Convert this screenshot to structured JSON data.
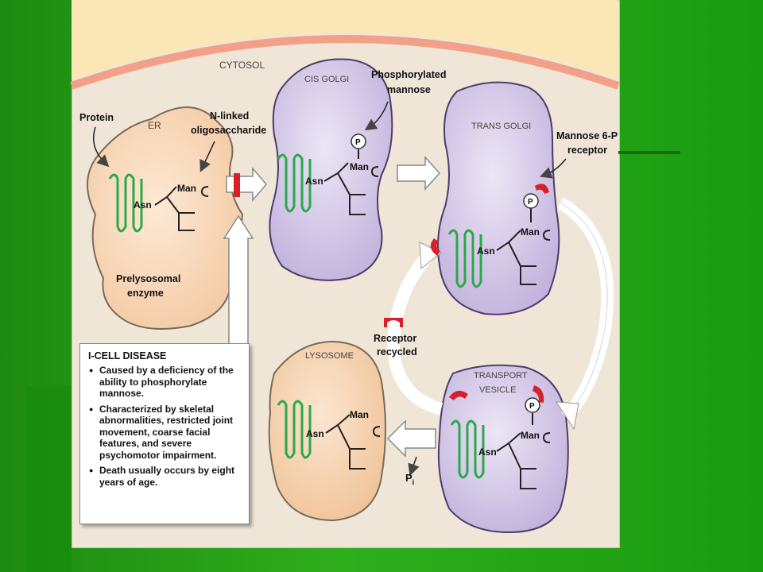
{
  "labels": {
    "cytosol": "CYTOSOL",
    "er": "ER",
    "cis_golgi": "CIS GOLGI",
    "trans_golgi": "TRANS GOLGI",
    "lysosome": "LYSOSOME",
    "transport_vesicle_1": "TRANSPORT",
    "transport_vesicle_2": "VESICLE",
    "protein": "Protein",
    "n_linked_1": "N-linked",
    "n_linked_2": "oligosaccharide",
    "phosphorylated_1": "Phosphorylated",
    "phosphorylated_2": "mannose",
    "mannose6p_1": "Mannose 6-P",
    "mannose6p_2": "receptor",
    "prelysosomal_1": "Prelysosomal",
    "prelysosomal_2": "enzyme",
    "receptor_recycled_1": "Receptor",
    "receptor_recycled_2": "recycled",
    "asn": "Asn",
    "man": "Man",
    "p": "P",
    "pi": "P",
    "pi_sub": "i"
  },
  "info_box": {
    "title": "I-CELL DISEASE",
    "bullets": [
      "Caused by a deficiency of the ability to phosphorylate mannose.",
      "Characterized by skeletal abnormalities, restricted joint movement, coarse facial features, and severe psychomotor impairment.",
      "Death usually occurs by eight years of age."
    ]
  },
  "colors": {
    "slide_green": "#2fae1c",
    "frame_bg": "#efe6d8",
    "membrane": "#f08a6a",
    "er_fill": "#f8dcc0",
    "golgi_fill": "#d8cdea",
    "lysosome_fill": "#f7d8b8",
    "protein_green": "#2aa84a",
    "receptor_red": "#d8202a"
  }
}
